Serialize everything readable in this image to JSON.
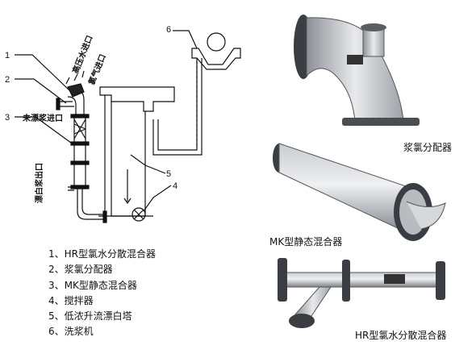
{
  "schematic": {
    "callouts": [
      "1",
      "2",
      "3",
      "4",
      "5",
      "6"
    ],
    "inlets": {
      "high_pressure_water": "高压水进口",
      "chlorine_gas": "氯气进口",
      "pulp_inlet": "未漂浆进口",
      "pulp_outlet": "漂白浆出口"
    }
  },
  "legend": [
    "1、HR型氯水分散混合器",
    "2、浆氯分配器",
    "3、MK型静态混合器",
    "4、搅拌器",
    "5、低浓升流漂白塔",
    "6、洗浆机"
  ],
  "photos": {
    "distributor_caption": "浆氯分配器",
    "mk_caption": "MK型静态混合器",
    "hr_caption": "HR型氯水分散混合器"
  }
}
